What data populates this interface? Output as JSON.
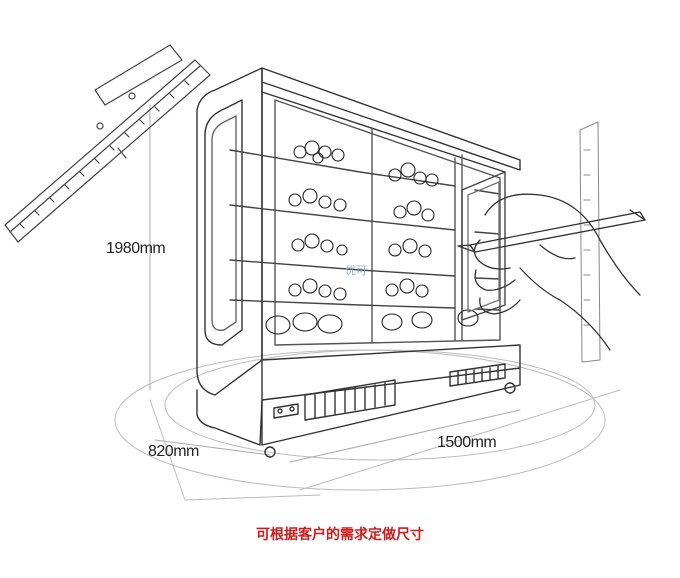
{
  "dimensions": {
    "height": "1980mm",
    "depth": "820mm",
    "width": "1500mm"
  },
  "caption": "可根据客户的需求定做尺寸",
  "watermark": "优可",
  "colors": {
    "caption": "#d11a1a",
    "sketch_line": "#333333"
  }
}
